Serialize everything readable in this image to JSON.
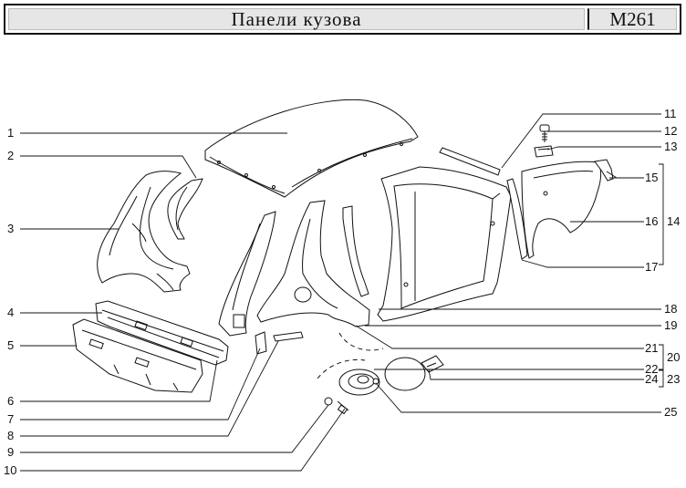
{
  "header": {
    "title": "Панели кузова",
    "code": "M261"
  },
  "callouts": {
    "left": [
      "1",
      "2",
      "3",
      "4",
      "5",
      "6",
      "7",
      "8",
      "9",
      "10"
    ],
    "right": [
      "11",
      "12",
      "13",
      "15",
      "16",
      "17",
      "18",
      "19",
      "21",
      "22",
      "24",
      "25"
    ],
    "groups": [
      "14",
      "20",
      "23"
    ]
  }
}
